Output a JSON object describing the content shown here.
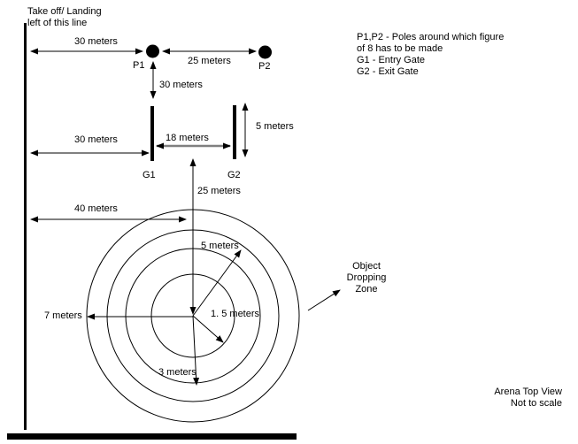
{
  "takeoff": {
    "line1": "Take off/ Landing",
    "line2": "left of this line"
  },
  "legend": {
    "line1": "P1,P2 - Poles around which figure",
    "line2": "of 8 has to be made",
    "line3": "G1 - Entry Gate",
    "line4": "G2 - Exit Gate"
  },
  "poles": {
    "p1": "P1",
    "p2": "P2"
  },
  "gates": {
    "g1": "G1",
    "g2": "G2"
  },
  "dims": {
    "line_to_p1": "30 meters",
    "p1_to_p2": "25 meters",
    "p1_to_g1": "30 meters",
    "line_to_g1": "30 meters",
    "g1_to_g2": "18 meters",
    "gate_width": "5 meters",
    "line_to_zone": "40 meters",
    "gate_to_zone": "25 meters",
    "radius_inner": "1. 5 meters",
    "radius_second": "3 meters",
    "radius_third": "5 meters",
    "radius_outer": "7 meters"
  },
  "zone": {
    "line1": "Object",
    "line2": "Dropping",
    "line3": "Zone"
  },
  "footer": {
    "line1": "Arena Top View",
    "line2": "Not to scale"
  },
  "colors": {
    "ink": "#000000",
    "gate_dim_line": "#7f7f7f"
  }
}
